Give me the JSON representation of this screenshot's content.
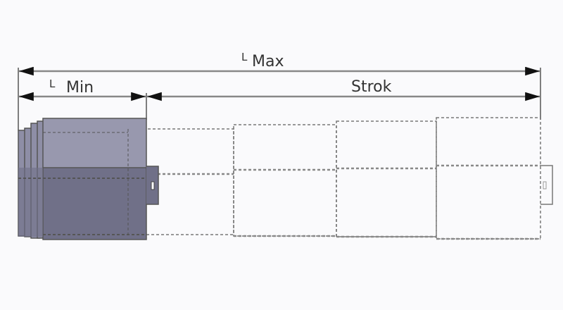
{
  "diagram": {
    "labels": {
      "l_max_prefix": "L",
      "l_max": "Max",
      "l_min_prefix": "L",
      "l_min": "Min",
      "stroke": "Strok"
    },
    "colors": {
      "body_light": "#8e8ea6",
      "body_dark": "#6f6f87",
      "line": "#777777"
    }
  }
}
